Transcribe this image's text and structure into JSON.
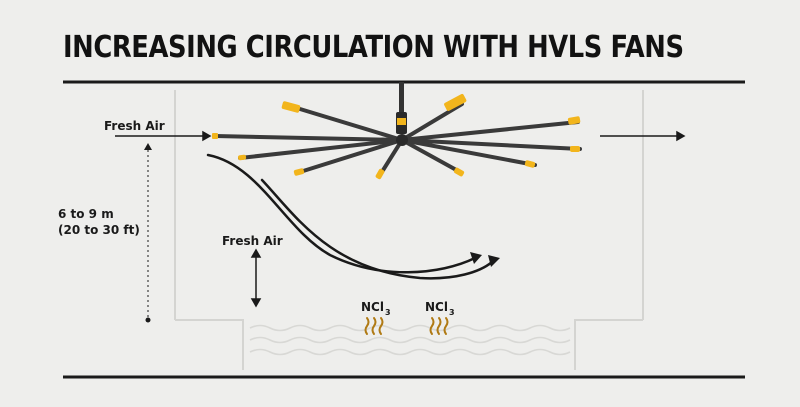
{
  "title": "INCREASING CIRCULATION WITH HVLS FANS",
  "labels": {
    "fresh_air_top": "Fresh Air",
    "fresh_air_middle": "Fresh Air",
    "height_line1": "6 to 9 m",
    "height_line2": "(20 to 30 ft)",
    "chemical_1_main": "NCl",
    "chemical_1_sub": "3",
    "chemical_2_main": "NCl",
    "chemical_2_sub": "3"
  },
  "colors": {
    "ink": "#1a1a1a",
    "blade": "#3a3a3a",
    "blade_tip": "#f2b51c",
    "room_line": "#d6d6d3",
    "background": "#eeeeec",
    "vapor": "#b07a14"
  },
  "icons": [
    "hvls-fan-icon",
    "steam-icon",
    "arrow-right-icon",
    "double-arrow-vertical-icon"
  ]
}
